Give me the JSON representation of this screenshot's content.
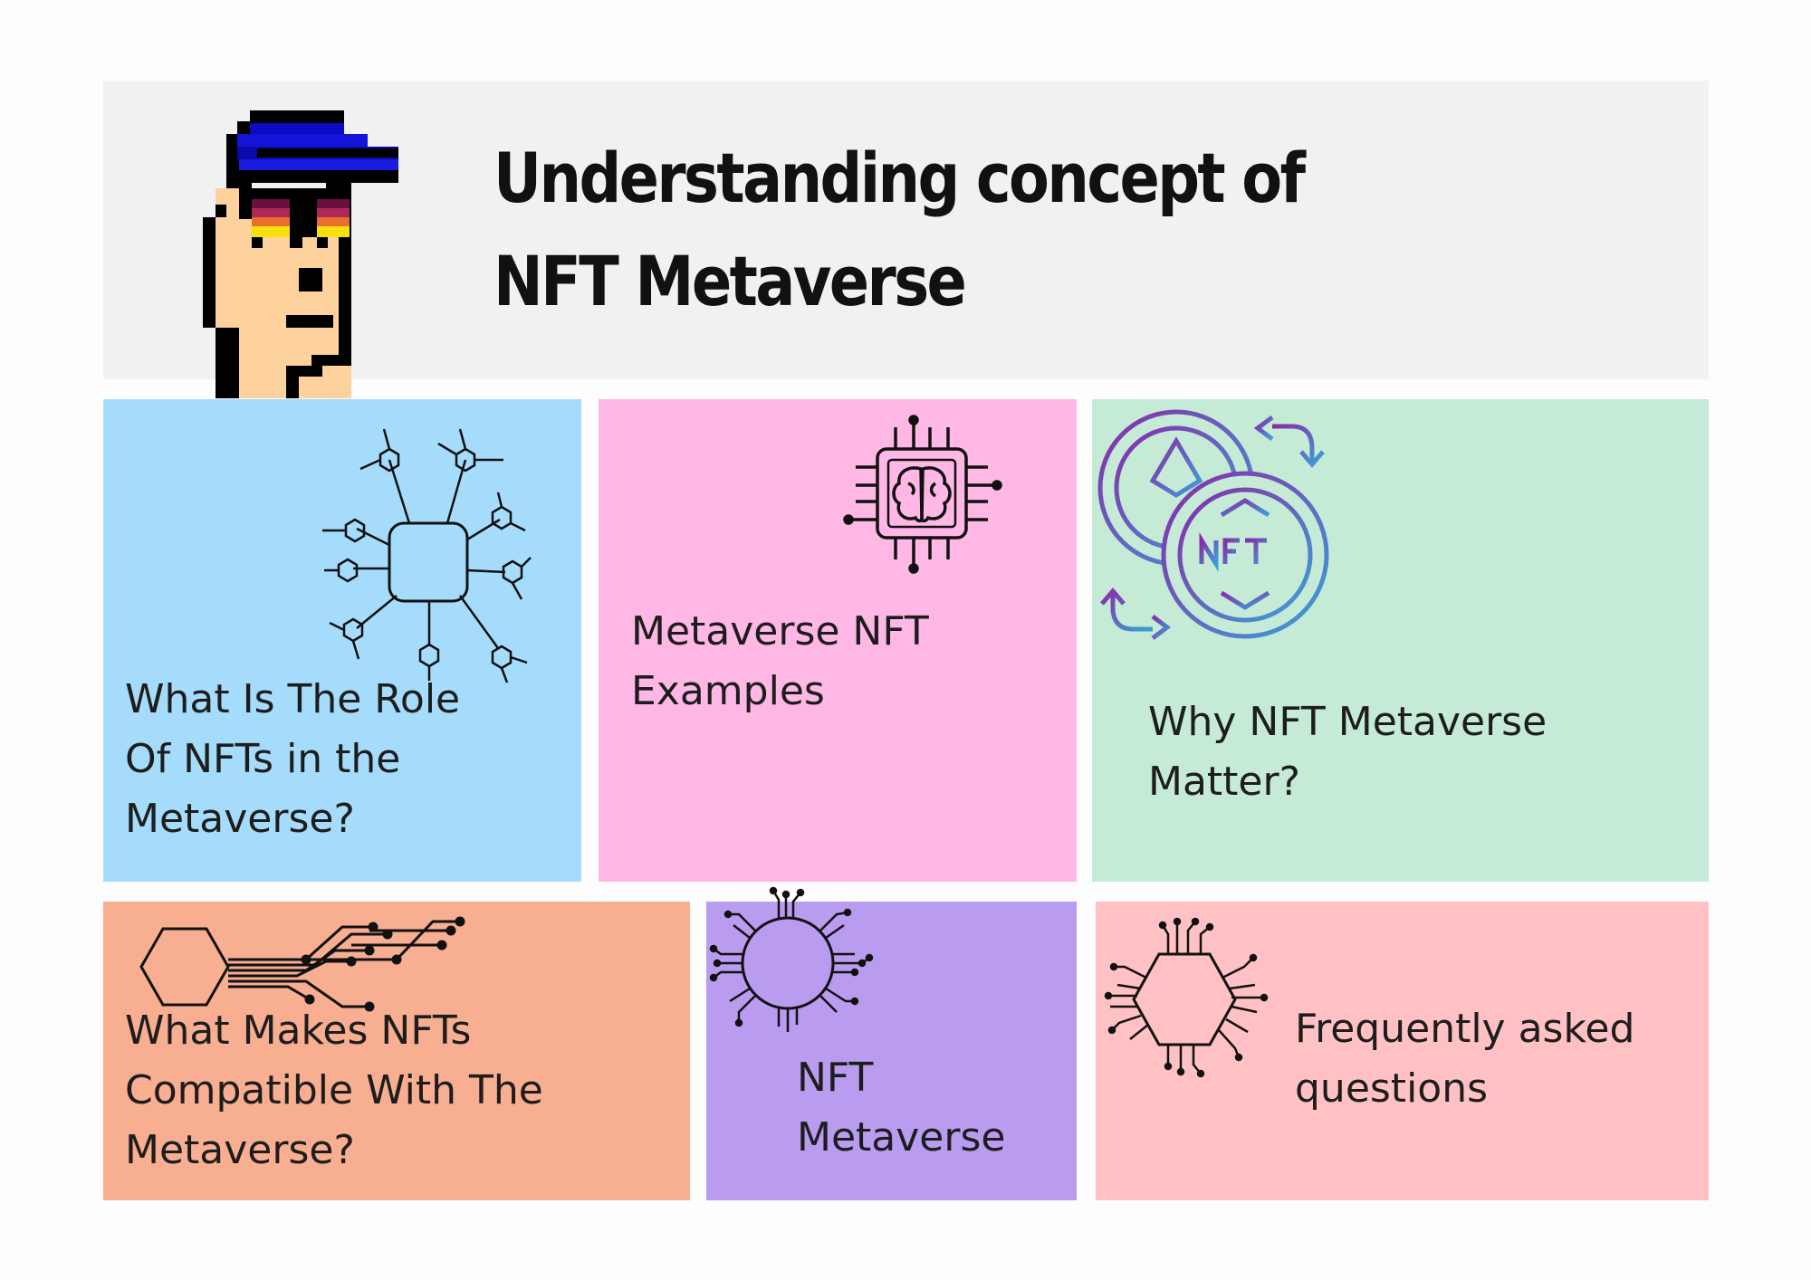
{
  "header": {
    "title": "Understanding concept of NFT Metaverse",
    "background": "#f1f1f1",
    "avatar_icon": "pixel-punk-avatar-icon"
  },
  "cards": [
    {
      "label": "What Is The Role\nOf NFTs in the\nMetaverse?",
      "color": "#a6dcfb",
      "icon": "network-nodes-icon"
    },
    {
      "label": "Metaverse NFT\nExamples",
      "color": "#ffb7e6",
      "icon": "brain-chip-icon"
    },
    {
      "label": "Why NFT Metaverse\nMatter?",
      "color": "#c5ead6",
      "icon": "nft-coin-exchange-icon"
    },
    {
      "label": "What Makes NFTs\nCompatible With The\nMetaverse?",
      "color": "#f8ae91",
      "icon": "hexagon-circuit-icon"
    },
    {
      "label": "NFT\nMetaverse",
      "color": "#b99cef",
      "icon": "circle-circuit-icon"
    },
    {
      "label": "Frequently asked\nquestions",
      "color": "#ffc1c4",
      "icon": "hexagon-circuit-icon"
    }
  ]
}
